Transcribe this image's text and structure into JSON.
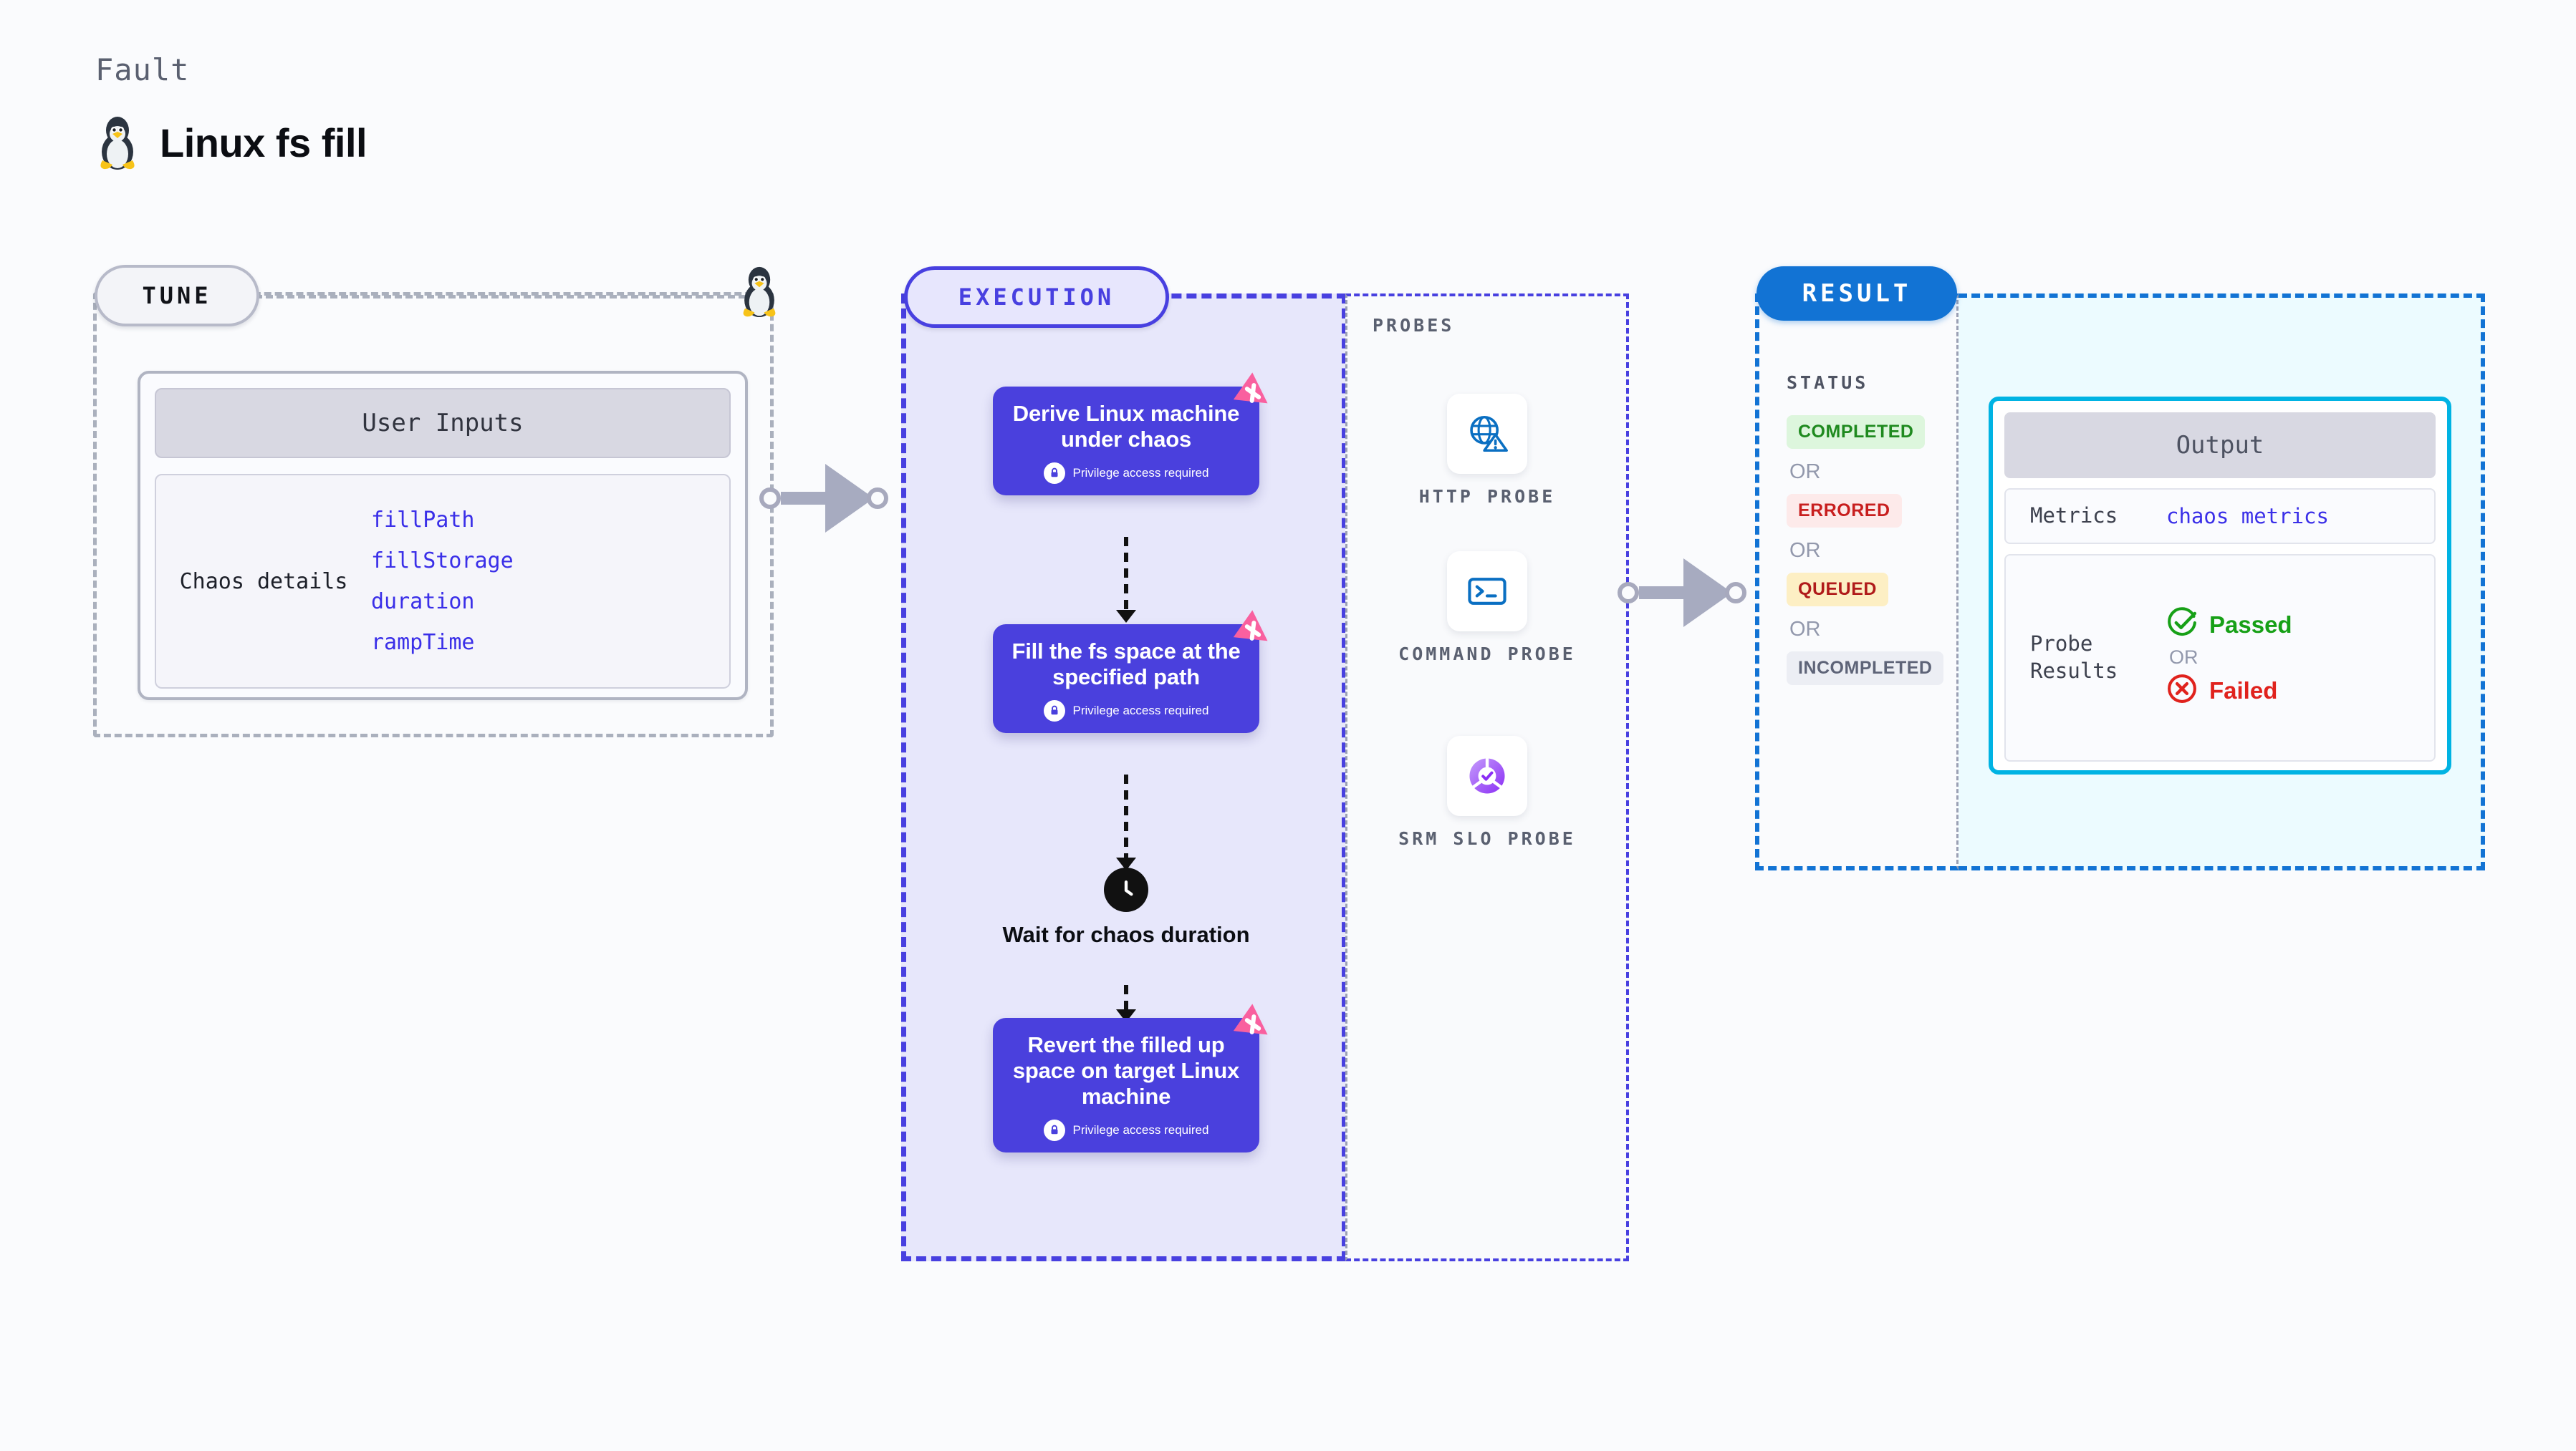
{
  "header": {
    "kicker": "Fault",
    "title": "Linux fs fill",
    "icon": "tux-penguin-icon"
  },
  "tune": {
    "badge": "TUNE",
    "card_title": "User Inputs",
    "details_label": "Chaos details",
    "params": [
      "fillPath",
      "fillStorage",
      "duration",
      "rampTime"
    ],
    "icon": "tux-penguin-icon"
  },
  "execution": {
    "badge": "EXECUTION",
    "privilege_note": "Privilege access required",
    "steps": [
      {
        "title": "Derive Linux machine under chaos",
        "privileged": true
      },
      {
        "title": "Fill the fs space at the specified path",
        "privileged": true
      },
      {
        "title": "Revert the filled up space on target Linux machine",
        "privileged": true
      }
    ],
    "wait": {
      "label": "Wait for chaos duration",
      "icon": "clock-icon"
    }
  },
  "probes": {
    "heading": "PROBES",
    "items": [
      {
        "label": "HTTP PROBE",
        "icon": "globe-warning-icon"
      },
      {
        "label": "COMMAND PROBE",
        "icon": "terminal-icon"
      },
      {
        "label": "SRM SLO PROBE",
        "icon": "slo-donut-check-icon"
      }
    ]
  },
  "result": {
    "badge": "RESULT",
    "status_heading": "STATUS",
    "or_label": "OR",
    "statuses": [
      {
        "label": "COMPLETED",
        "variant": "completed"
      },
      {
        "label": "ERRORED",
        "variant": "errored"
      },
      {
        "label": "QUEUED",
        "variant": "queued"
      },
      {
        "label": "INCOMPLETED",
        "variant": "incompleted"
      }
    ],
    "output": {
      "title": "Output",
      "metrics_key": "Metrics",
      "metrics_value": "chaos metrics",
      "probe_results_key": "Probe Results",
      "passed_label": "Passed",
      "failed_label": "Failed",
      "or_label": "OR"
    }
  },
  "colors": {
    "indigo": "#4a40dd",
    "blue": "#1273d4",
    "cyan": "#00b3e3",
    "pink": "#f9609f",
    "green": "#17a017",
    "red": "#e0221d",
    "param_blue": "#3a2fe8",
    "page_bg": "#fafbfd"
  }
}
